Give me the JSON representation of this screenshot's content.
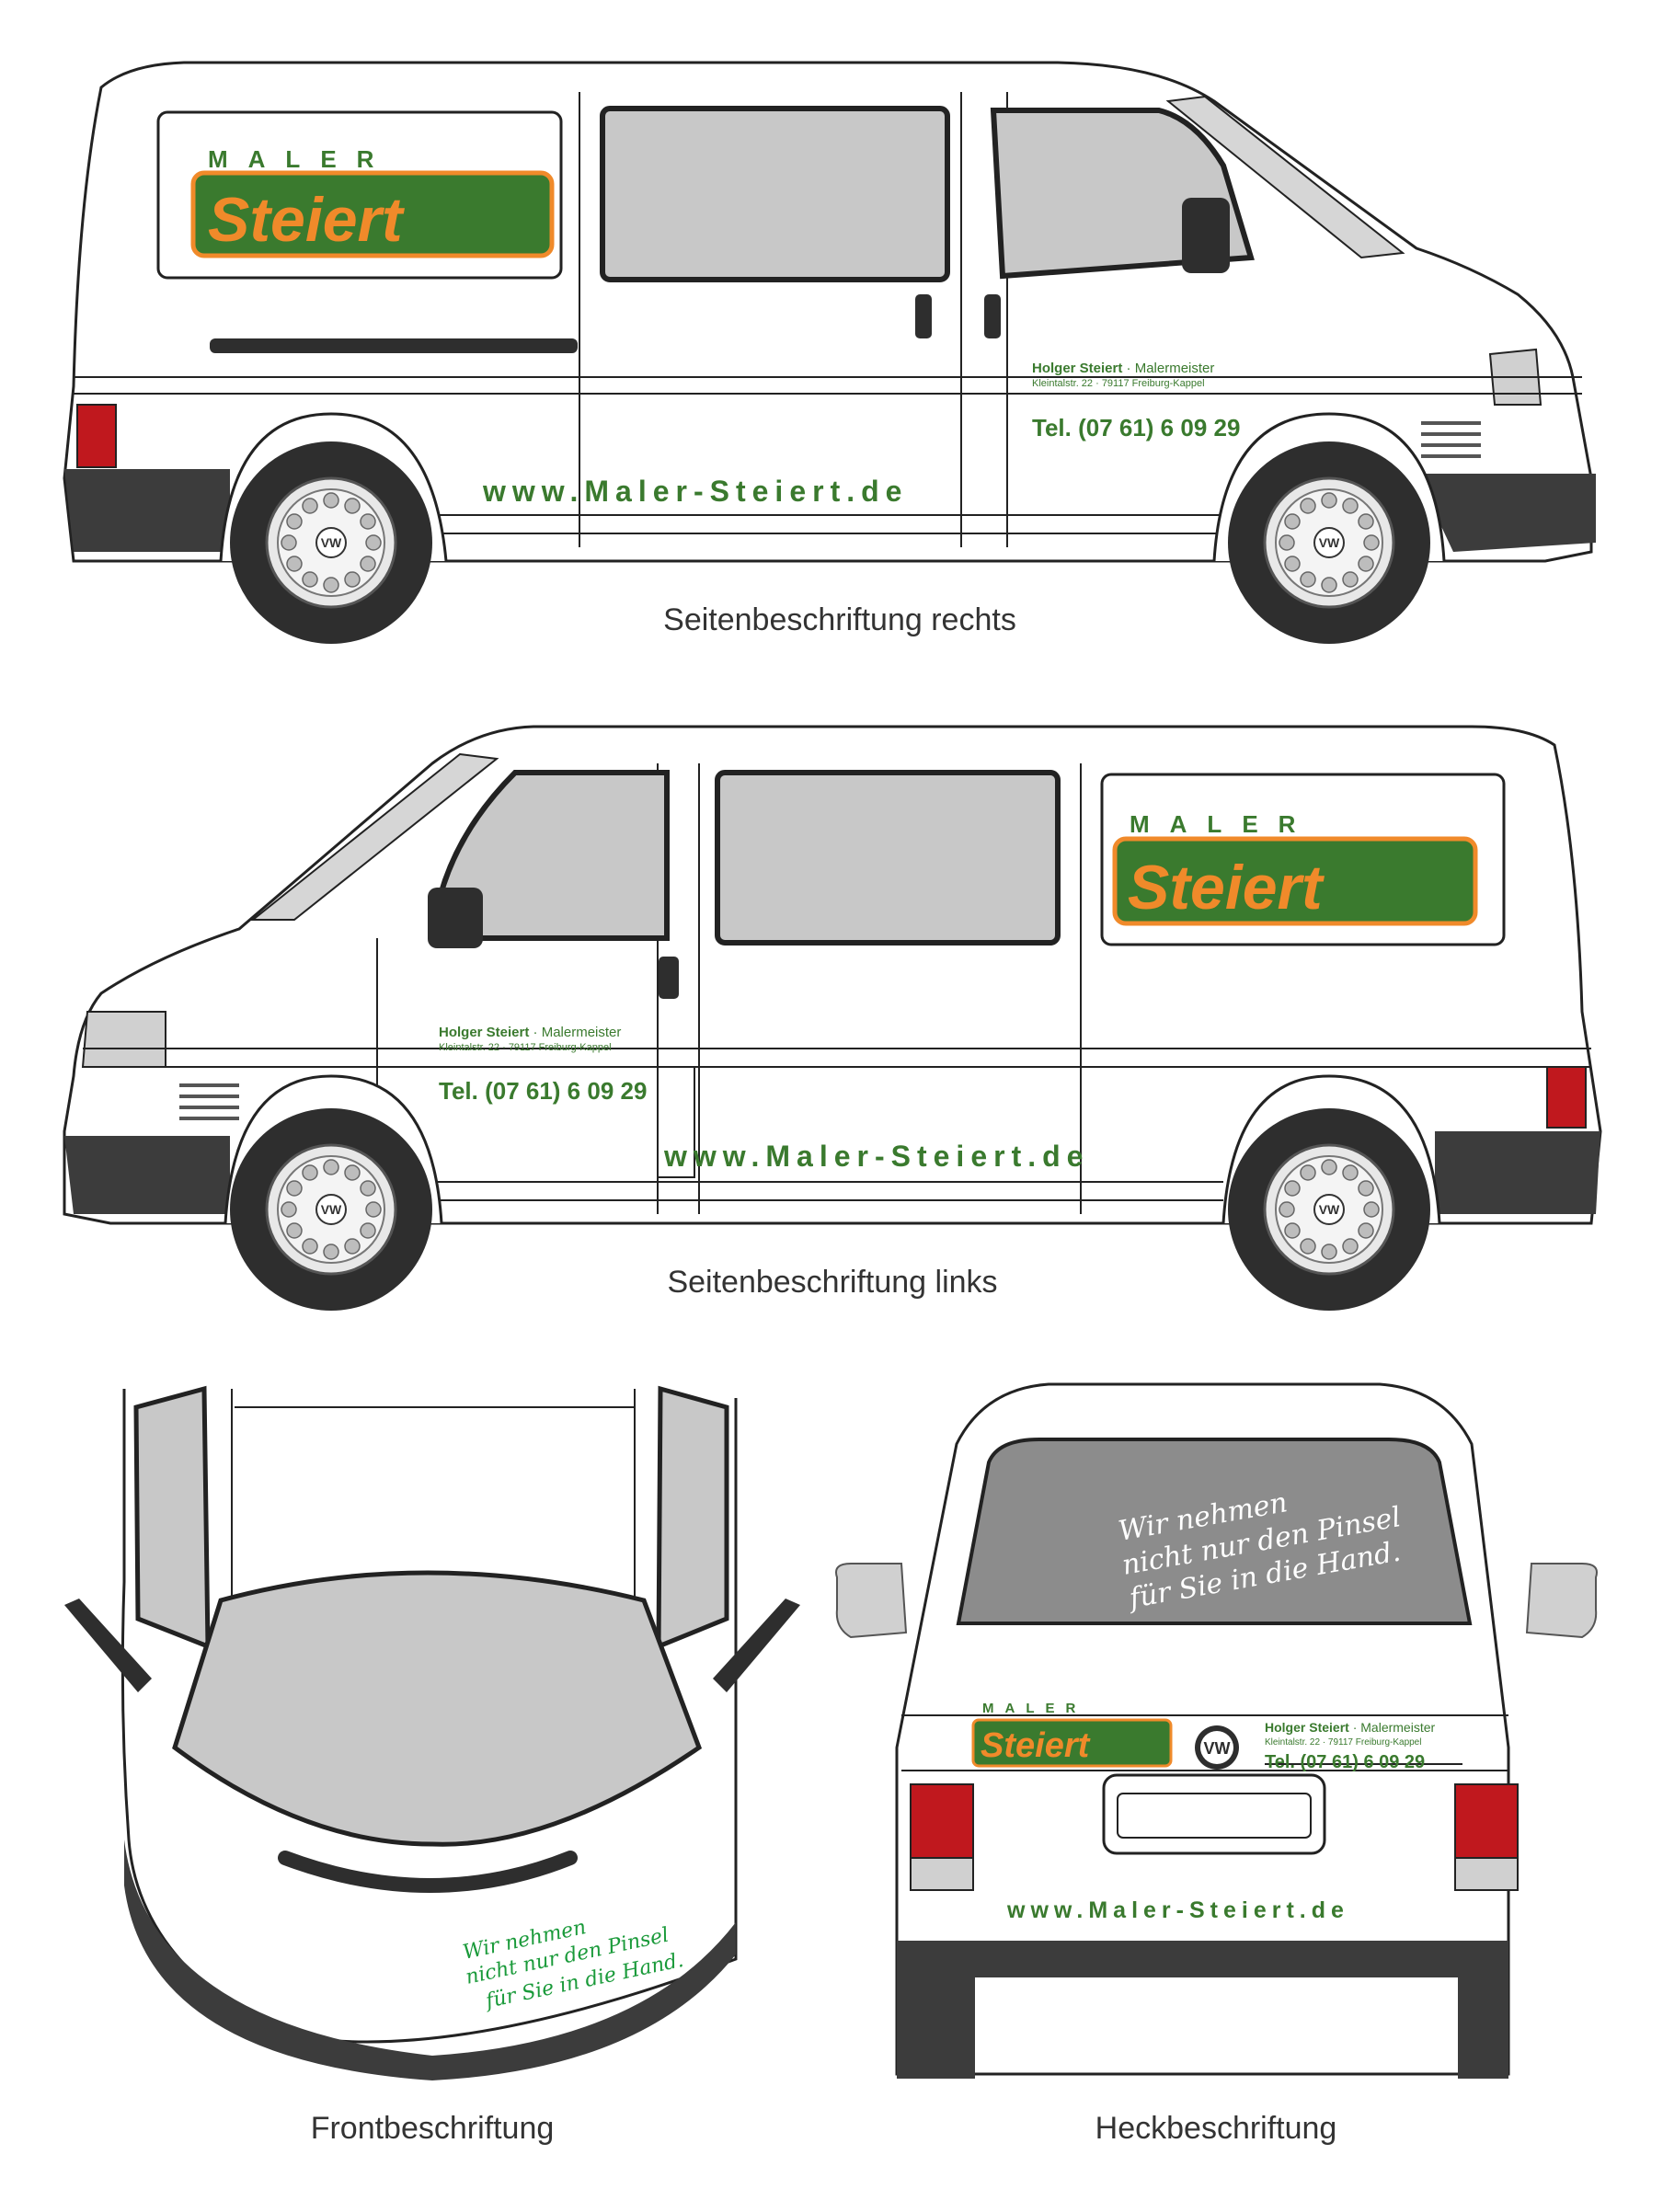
{
  "brand": {
    "maler": "MALER",
    "name": "Steiert",
    "owner_name": "Holger Steiert",
    "owner_title": "· Malermeister",
    "address": "Kleintalstr. 22 · 79117 Freiburg-Kappel",
    "phone": "Tel. (07 61) 6 09 29",
    "website": "www.Maler-Steiert.de",
    "slogan_line1": "Wir nehmen",
    "slogan_line2": "nicht nur den Pinsel",
    "slogan_line3": "für Sie in die Hand."
  },
  "captions": {
    "right": "Seitenbeschriftung rechts",
    "left": "Seitenbeschriftung links",
    "front": "Frontbeschriftung",
    "rear": "Heckbeschriftung"
  },
  "colors": {
    "brand_green": "#3a7a2e",
    "logo_orange": "#f08a2a",
    "glass": "#c8c8c8",
    "rear_glass": "#8c8c8c",
    "bumper": "#3c3c3c",
    "tail_light": "#c0181e"
  },
  "icons": [
    "vw-logo-icon",
    "wheel-icon",
    "side-mirror-icon"
  ]
}
